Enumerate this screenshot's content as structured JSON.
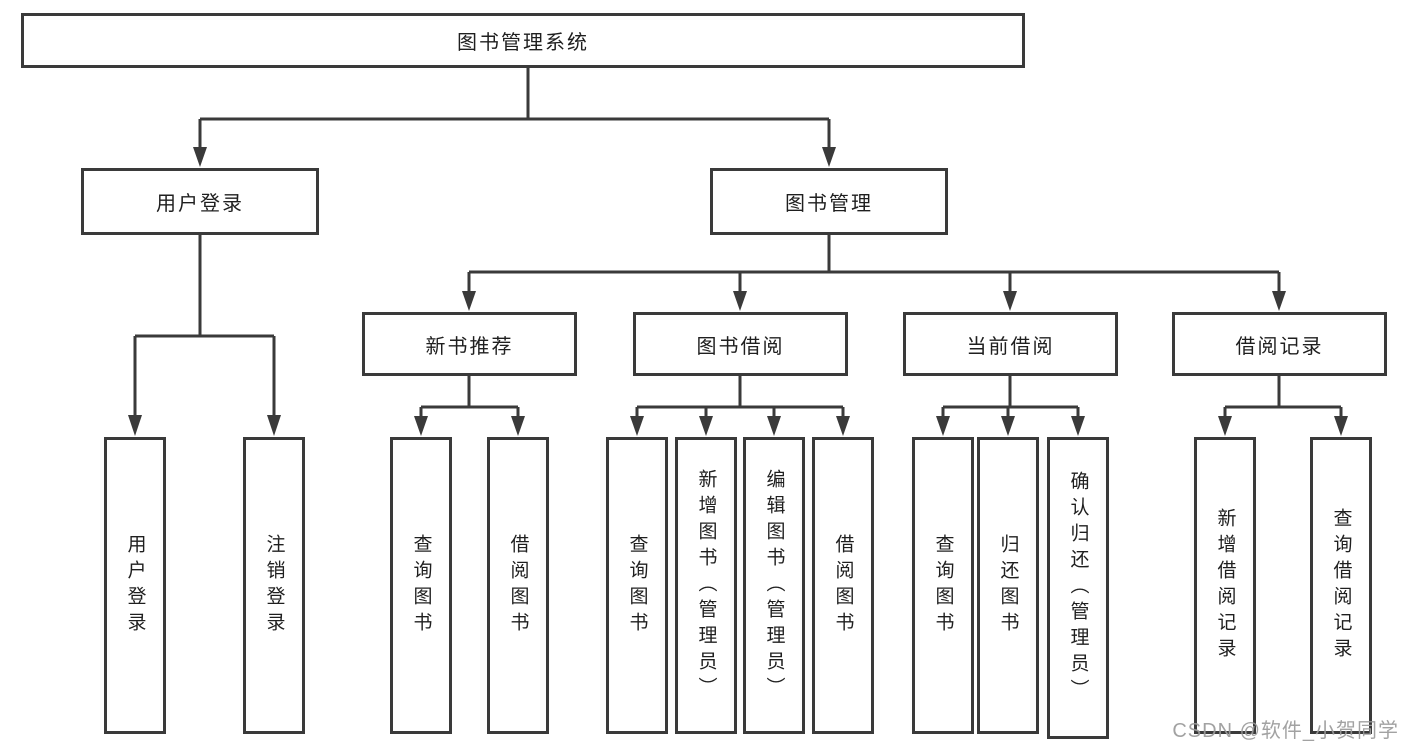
{
  "colors": {
    "line": "#3a3a3a",
    "box_border": "#3a3a3a",
    "box_background": "#ffffff",
    "text": "#1f1f1f",
    "watermark": "#9b9b9b"
  },
  "root": {
    "label": "图书管理系统"
  },
  "tree": [
    {
      "label": "用户登录",
      "children": [
        {
          "label": "用户登录"
        },
        {
          "label": "注销登录"
        }
      ]
    },
    {
      "label": "图书管理",
      "children": [
        {
          "label": "新书推荐",
          "children": [
            {
              "label": "查询图书"
            },
            {
              "label": "借阅图书"
            }
          ]
        },
        {
          "label": "图书借阅",
          "children": [
            {
              "label": "查询图书"
            },
            {
              "label": "新增图书（管理员）"
            },
            {
              "label": "编辑图书（管理员）"
            },
            {
              "label": "借阅图书"
            }
          ]
        },
        {
          "label": "当前借阅",
          "children": [
            {
              "label": "查询图书"
            },
            {
              "label": "归还图书"
            },
            {
              "label": "确认归还（管理员）"
            }
          ]
        },
        {
          "label": "借阅记录",
          "children": [
            {
              "label": "新增借阅记录"
            },
            {
              "label": "查询借阅记录"
            }
          ]
        }
      ]
    }
  ],
  "watermark": {
    "text": "CSDN @软件_小贺同学"
  }
}
